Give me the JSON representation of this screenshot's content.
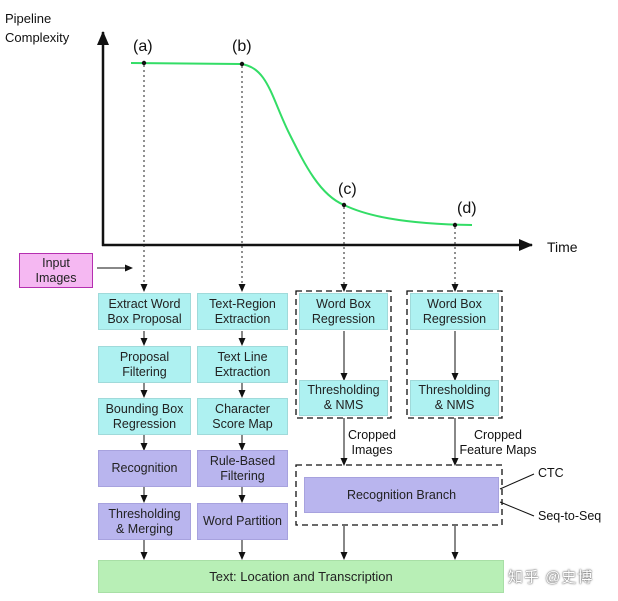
{
  "chart": {
    "y_axis_title": [
      "Pipeline",
      "Complexity"
    ],
    "x_axis_title": "Time",
    "points": [
      "(a)",
      "(b)",
      "(c)",
      "(d)"
    ]
  },
  "input_label": [
    "Input",
    "Images"
  ],
  "pipelines": {
    "a": [
      {
        "text": [
          "Extract Word",
          "Box Proposal"
        ],
        "color": "cyan"
      },
      {
        "text": [
          "Proposal",
          "Filtering"
        ],
        "color": "cyan"
      },
      {
        "text": [
          "Bounding Box",
          "Regression"
        ],
        "color": "cyan"
      },
      {
        "text": [
          "Recognition"
        ],
        "color": "lavender"
      },
      {
        "text": [
          "Thresholding",
          "& Merging"
        ],
        "color": "lavender"
      }
    ],
    "b": [
      {
        "text": [
          "Text-Region",
          "Extraction"
        ],
        "color": "cyan"
      },
      {
        "text": [
          "Text Line",
          "Extraction"
        ],
        "color": "cyan"
      },
      {
        "text": [
          "Character",
          "Score Map"
        ],
        "color": "cyan"
      },
      {
        "text": [
          "Rule-Based",
          "Filtering"
        ],
        "color": "lavender"
      },
      {
        "text": [
          "Word Partition"
        ],
        "color": "lavender"
      }
    ],
    "c": [
      {
        "text": [
          "Word Box",
          "Regression"
        ],
        "color": "cyan"
      },
      {
        "text": [
          "Thresholding",
          "& NMS"
        ],
        "color": "cyan"
      }
    ],
    "d": [
      {
        "text": [
          "Word Box",
          "Regression"
        ],
        "color": "cyan"
      },
      {
        "text": [
          "Thresholding",
          "& NMS"
        ],
        "color": "cyan"
      }
    ]
  },
  "cropped_images_label": [
    "Cropped",
    "Images"
  ],
  "cropped_features_label": [
    "Cropped",
    "Feature Maps"
  ],
  "recognition_branch": "Recognition Branch",
  "ctc_label": "CTC",
  "seq_label": "Seq-to-Seq",
  "output_label": "Text: Location and Transcription",
  "watermark": "知乎 @史博",
  "colors": {
    "curve": "#33dd66",
    "cyan_box": "#aef1f1",
    "lavender_box": "#b9b5ee",
    "input_box": "#f5b8f2",
    "output_bar": "#b8efb6"
  }
}
